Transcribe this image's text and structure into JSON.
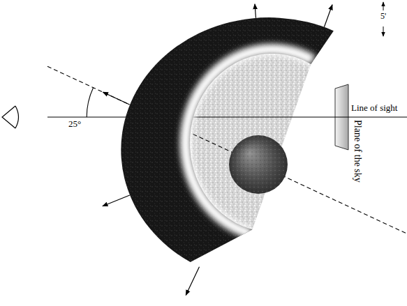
{
  "diagram": {
    "labels": [
      "5'",
      "25°",
      "Line of sight",
      "Plane of the sky"
    ]
  }
}
